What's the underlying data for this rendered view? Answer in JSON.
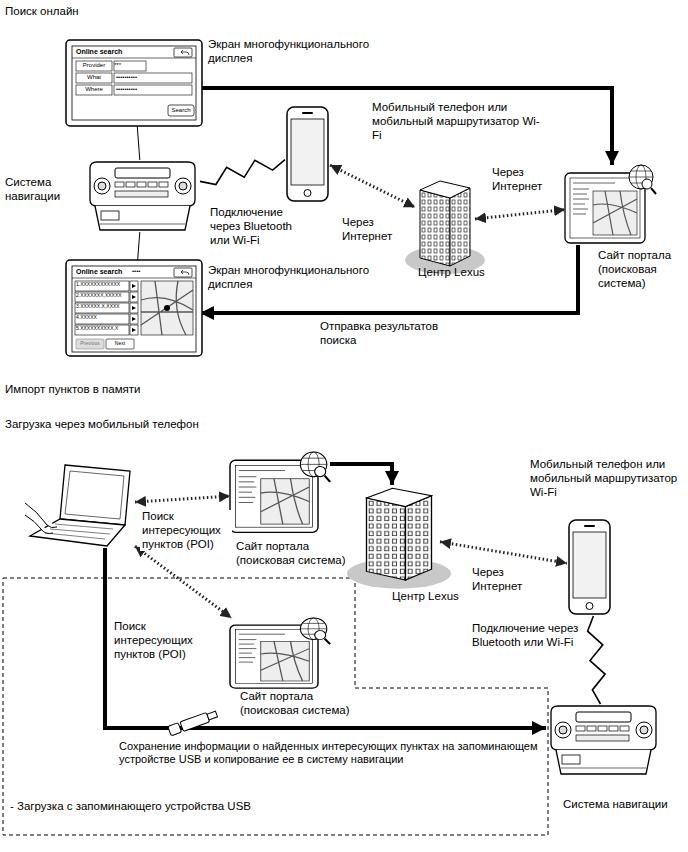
{
  "diagram": {
    "nodes": [
      {
        "text": [
          "Экран многофункционального дисплея"
        ]
      },
      {
        "text": [
          "Система навигации"
        ]
      },
      {
        "text": [
          "Мобильный телефон или мобильный маршрутизатор Wi-Fi"
        ]
      },
      {
        "text": [
          "Центр Lexus"
        ]
      },
      {
        "text": [
          "Сайт портала (поисковая система)"
        ]
      },
      {
        "text": [
          "Экран многофункционального дисплея"
        ]
      },
      {
        "text": []
      },
      {
        "text": [
          "Сайт портала (поисковая система)"
        ]
      },
      {
        "text": [
          "Центр Lexus"
        ]
      },
      {
        "text": [
          "Мобильный телефон или мобильный маршрутизатор Wi-Fi"
        ]
      },
      {
        "text": [
          "Сайт портала (поисковая система)"
        ]
      },
      {
        "text": [
          "Система навигации"
        ]
      }
    ],
    "edges": [
      {
        "from": 1,
        "to": 0,
        "arrow": "none"
      },
      {
        "from": 1,
        "to": 5,
        "arrow": "none"
      },
      {
        "from": 1,
        "to": 2,
        "arrow": "none",
        "label": "Подключение через Bluetooth или Wi-Fi"
      },
      {
        "from": 2,
        "to": 3,
        "arrow": "both",
        "label": "Через Интернет"
      },
      {
        "from": 3,
        "to": 4,
        "arrow": "both",
        "label": "Через Интернет"
      },
      {
        "from": 0,
        "to": 4,
        "arrow": "to"
      },
      {
        "from": 4,
        "to": 5,
        "arrow": "to",
        "label": "Отправка результатов поиска"
      },
      {
        "from": 6,
        "to": 7,
        "arrow": "both",
        "label": "Поиск интересующих пунктов (POI)"
      },
      {
        "from": 7,
        "to": 8,
        "arrow": "to"
      },
      {
        "from": 8,
        "to": 9,
        "arrow": "both",
        "label": "Через Интернет"
      },
      {
        "from": 9,
        "to": 11,
        "arrow": "none",
        "label": "Подключение через Bluetooth или Wi-Fi"
      },
      {
        "from": 6,
        "to": 10,
        "arrow": "both",
        "label": "Поиск интересующих пунктов (POI)"
      },
      {
        "from": 6,
        "to": 11,
        "arrow": "to",
        "label": "Сохранение информации о найденных интересующих пунктах на запоминающем устройстве USB и копирование ее в систему навигации"
      }
    ],
    "labels": [
      "Поиск онлайн",
      "Online search",
      "Provider",
      "***",
      "What",
      "••••••••••",
      "Where",
      "••••••••••",
      "Search",
      "Online search",
      "••••",
      "1.XXXXXXXXXXXX",
      "2.XXXXXXX,XXXXX",
      "3.XXXXXX,X,XXXX",
      "4.XXXXX",
      "5.XXXXXXXXXX,X",
      "Previous",
      "Next",
      "Импорт пунктов в памяти",
      "Загрузка через мобильный телефон",
      "- Загрузка с запоминающего устройства USB"
    ]
  }
}
